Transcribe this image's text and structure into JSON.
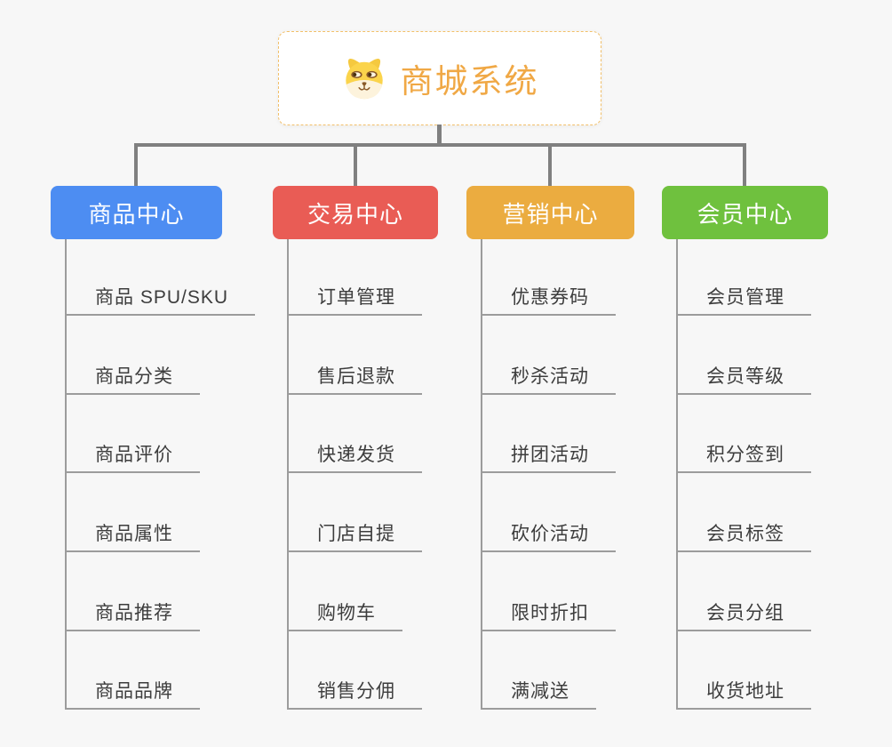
{
  "page": {
    "background": "#f7f7f7",
    "connector_color": "#808080",
    "branch_line_color": "#9c9c9c",
    "item_text_color": "#3d3d3d"
  },
  "root": {
    "title": "商城系统",
    "title_color": "#f0a845",
    "border_color": "#f2c06a",
    "icon": "dog-icon"
  },
  "branches": [
    {
      "label": "商品中心",
      "color": "#4d8df2",
      "children": [
        "商品 SPU/SKU",
        "商品分类",
        "商品评价",
        "商品属性",
        "商品推荐",
        "商品品牌"
      ]
    },
    {
      "label": "交易中心",
      "color": "#e95c55",
      "children": [
        "订单管理",
        "售后退款",
        "快递发货",
        "门店自提",
        "购物车",
        "销售分佣"
      ]
    },
    {
      "label": "营销中心",
      "color": "#ebac40",
      "children": [
        "优惠券码",
        "秒杀活动",
        "拼团活动",
        "砍价活动",
        "限时折扣",
        "满减送"
      ]
    },
    {
      "label": "会员中心",
      "color": "#6fc13e",
      "children": [
        "会员管理",
        "会员等级",
        "积分签到",
        "会员标签",
        "会员分组",
        "收货地址"
      ]
    }
  ]
}
